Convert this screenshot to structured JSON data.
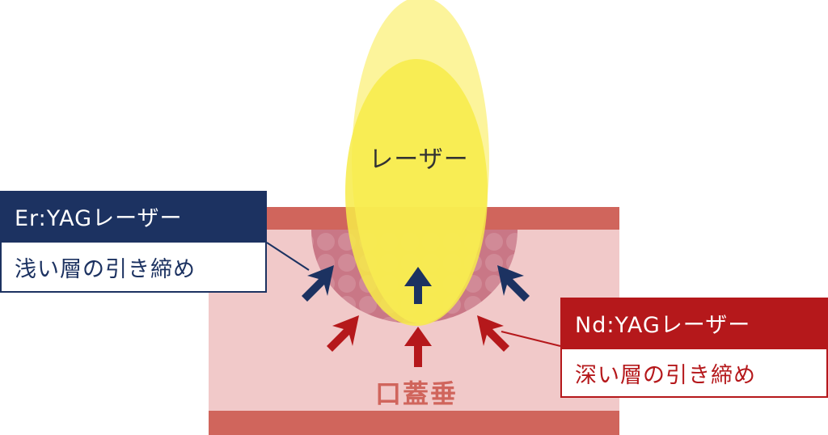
{
  "colors": {
    "tissue_band": "#d0655c",
    "tissue_fill": "#f1c9c9",
    "dome": "#c2687a",
    "laser_yellow": "#f7eb48",
    "laser_halo": "#fbf28a",
    "navy": "#1c3261",
    "crimson": "#b5181b",
    "tissue_label": "#d0655c"
  },
  "laser": {
    "label": "レーザー"
  },
  "tissue": {
    "label": "口蓋垂"
  },
  "er_yag": {
    "title": "Er:YAGレーザー",
    "subtitle": "浅い層の引き締め"
  },
  "nd_yag": {
    "title": "Nd:YAGレーザー",
    "subtitle": "深い層の引き締め"
  }
}
